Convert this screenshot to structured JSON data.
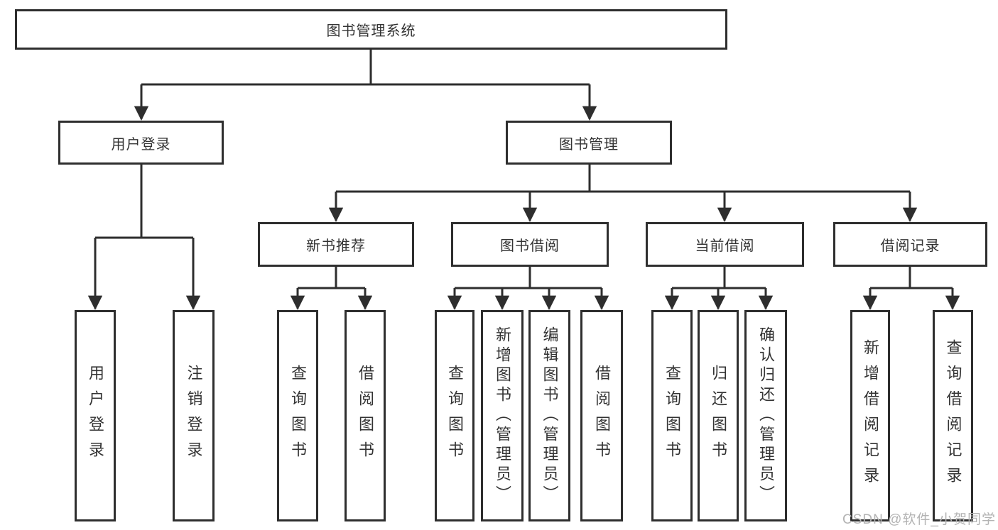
{
  "tree": {
    "label": "图书管理系统",
    "children": [
      {
        "label": "用户登录",
        "children": [
          {
            "label": "用户登录"
          },
          {
            "label": "注销登录"
          }
        ]
      },
      {
        "label": "图书管理",
        "children": [
          {
            "label": "新书推荐",
            "children": [
              {
                "label": "查询图书"
              },
              {
                "label": "借阅图书"
              }
            ]
          },
          {
            "label": "图书借阅",
            "children": [
              {
                "label": "查询图书"
              },
              {
                "label": "新增图书（管理员）"
              },
              {
                "label": "编辑图书（管理员）"
              },
              {
                "label": "借阅图书"
              }
            ]
          },
          {
            "label": "当前借阅",
            "children": [
              {
                "label": "查询图书"
              },
              {
                "label": "归还图书"
              },
              {
                "label": "确认归还（管理员）"
              }
            ]
          },
          {
            "label": "借阅记录",
            "children": [
              {
                "label": "新增借阅记录"
              },
              {
                "label": "查询借阅记录"
              }
            ]
          }
        ]
      }
    ]
  },
  "watermark": {
    "text": "CSDN @软件_小贺同学"
  },
  "theme": {
    "line": "#2e2e2e",
    "text": "#333333",
    "box_bg": "#ffffff",
    "canvas_bg": "#ffffff",
    "watermark": "#b3b3b3"
  }
}
